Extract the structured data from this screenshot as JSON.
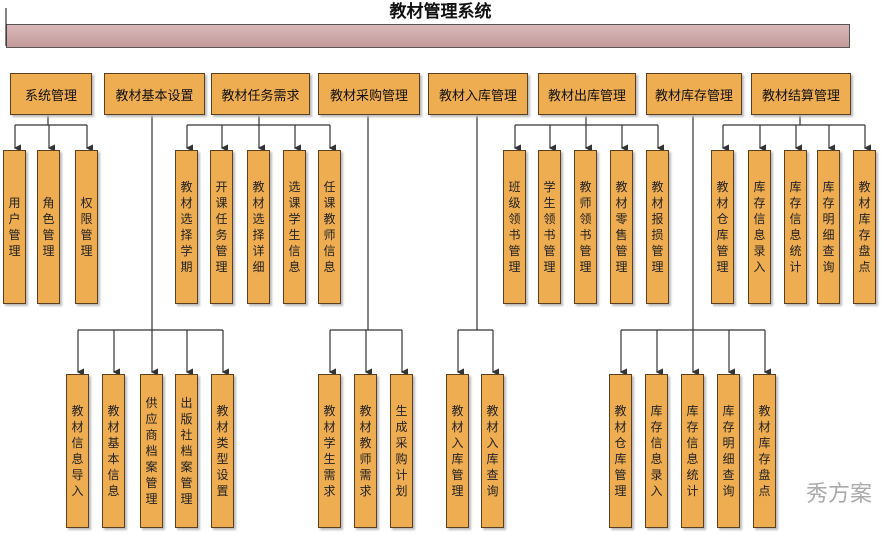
{
  "title": "教材管理系统",
  "modules": [
    {
      "label": "系统管理",
      "children": [
        "用户管理",
        "角色管理",
        "权限管理"
      ]
    },
    {
      "label": "教材基本设置",
      "children": [
        "教材信息导入",
        "教材基本信息",
        "供应商档案管理",
        "出版社档案管理",
        "教材类型设置"
      ]
    },
    {
      "label": "教材任务需求",
      "children": [
        "教材选择学期",
        "开课任务管理",
        "教材选择详细",
        "选课学生信息",
        "任课教师信息"
      ]
    },
    {
      "label": "教材采购管理",
      "children": [
        "教材学生需求",
        "教材教师需求",
        "生成采购计划"
      ]
    },
    {
      "label": "教材入库管理",
      "children": [
        "教材入库管理",
        "教材入库查询"
      ]
    },
    {
      "label": "教材出库管理",
      "children": [
        "班级领书管理",
        "学生领书管理",
        "教师领书管理",
        "教材零售管理",
        "教材报损管理"
      ]
    },
    {
      "label": "教材库存管理",
      "children": [
        "教材仓库管理",
        "库存信息录入",
        "库存信息统计",
        "库存明细查询",
        "教材库存盘点"
      ]
    },
    {
      "label": "教材结算管理",
      "children": [
        "教材仓库管理",
        "库存信息录入",
        "库存信息统计",
        "库存明细查询",
        "教材库存盘点"
      ]
    }
  ],
  "watermark": "秀方案"
}
